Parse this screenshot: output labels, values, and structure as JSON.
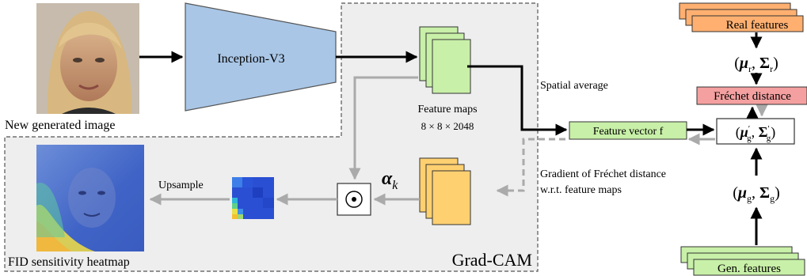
{
  "labels": {
    "new_image": "New generated image",
    "inception": "Inception-V3",
    "feature_maps": "Feature maps",
    "feature_maps_dims": "8 × 8 × 2048",
    "spatial_average": "Spatial average",
    "feature_vector": "Feature vector f",
    "gradient_line1": "Gradient of Fréchet distance",
    "gradient_line2": "w.r.t. feature maps",
    "alpha": "αk",
    "upsample": "Upsample",
    "heatmap": "FID sensitivity heatmap",
    "gradcam": "Grad-CAM",
    "real_features": "Real features",
    "gen_features": "Gen. features",
    "frechet_distance": "Fréchet distance",
    "mu_sigma_r": "(μr, Σr)",
    "mu_sigma_g_prime": "(μ′g, Σ′g)",
    "mu_sigma_g": "(μg, Σg)"
  },
  "colors": {
    "inception_fill": "#a9c6e6",
    "feature_green": "#c8f0a8",
    "feature_orange": "#ffd070",
    "real_orange": "#ffb070",
    "frechet_pink": "#f4a0a0",
    "gradcam_bg": "#eeeeee",
    "gray_arrow": "#aaaaaa"
  }
}
